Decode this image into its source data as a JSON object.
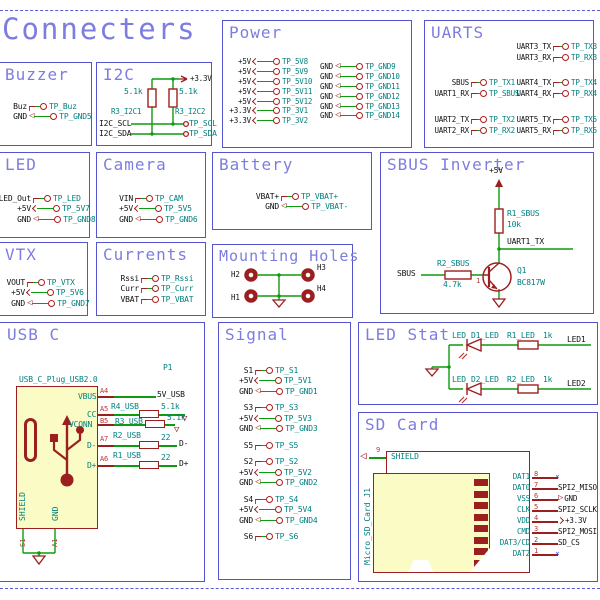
{
  "page": {
    "title": "Connecters"
  },
  "colors": {
    "wire": "#0f9b0f",
    "symbol": "#9c1f1f",
    "net_label": "#111111",
    "field": "#008080",
    "pin_number": "#bb3333",
    "box_border": "#5454cf",
    "section_title": "#7d7de0",
    "body_fill": "#fbfbc6",
    "no_connect": "#5b5bd6"
  },
  "sections": {
    "buzzer": {
      "title": "Buzzer",
      "rows": [
        {
          "sig": "Buz",
          "type": "jog",
          "tp": "TP_Buz"
        },
        {
          "sig": "GND",
          "type": "gnd",
          "tp": "TP_GND5"
        }
      ]
    },
    "i2c": {
      "title": "I2C",
      "pwr": "+3.3V",
      "r1_ref": "R3_I2C1",
      "r1_val": "5.1k",
      "r2_ref": "R3_I2C2",
      "r2_val": "5.1k",
      "scl_sig": "I2C_SCL",
      "scl_tp": "TP_SCL",
      "sda_sig": "I2C_SDA",
      "sda_tp": "TP_SDA"
    },
    "power": {
      "title": "Power",
      "left": [
        {
          "sig": "+5V",
          "type": "arrow",
          "tp": "TP_5V8"
        },
        {
          "sig": "+5V",
          "type": "arrow",
          "tp": "TP_5V9"
        },
        {
          "sig": "+5V",
          "type": "arrow",
          "tp": "TP_5V10"
        },
        {
          "sig": "+5V",
          "type": "arrow",
          "tp": "TP_5V11"
        },
        {
          "sig": "+5V",
          "type": "arrow",
          "tp": "TP_5V12"
        },
        {
          "sig": "+3.3V",
          "type": "arrow",
          "tp": "TP_3V1"
        },
        {
          "sig": "+3.3V",
          "type": "arrow",
          "tp": "TP_3V2"
        }
      ],
      "right": [
        {
          "sig": "GND",
          "type": "gnd",
          "tp": "TP_GND9"
        },
        {
          "sig": "GND",
          "type": "gnd",
          "tp": "TP_GND10"
        },
        {
          "sig": "GND",
          "type": "gnd",
          "tp": "TP_GND11"
        },
        {
          "sig": "GND",
          "type": "gnd",
          "tp": "TP_GND12"
        },
        {
          "sig": "GND",
          "type": "gnd",
          "tp": "TP_GND13"
        },
        {
          "sig": "GND",
          "type": "gnd",
          "tp": "TP_GND14"
        }
      ]
    },
    "uarts": {
      "title": "UARTS",
      "right_top": [
        {
          "sig": "UART3_TX",
          "type": "jog",
          "tp": "TP_TX3"
        },
        {
          "sig": "UART3_RX",
          "type": "jog",
          "tp": "TP_RX3"
        }
      ],
      "left_mid": [
        {
          "sig": "SBUS",
          "type": "jog",
          "tp": "TP_TX1"
        },
        {
          "sig": "UART1_RX",
          "type": "jog",
          "tp": "TP_SBUS"
        }
      ],
      "right_mid": [
        {
          "sig": "UART4_TX",
          "type": "jog",
          "tp": "TP_TX4"
        },
        {
          "sig": "UART4_RX",
          "type": "jog",
          "tp": "TP_RX4"
        }
      ],
      "left_bot": [
        {
          "sig": "UART2_TX",
          "type": "jog",
          "tp": "TP_TX2"
        },
        {
          "sig": "UART2_RX",
          "type": "jog",
          "tp": "TP_RX2"
        }
      ],
      "right_bot": [
        {
          "sig": "UART5_TX",
          "type": "jog",
          "tp": "TP_TX5"
        },
        {
          "sig": "UART5_RX",
          "type": "jog",
          "tp": "TP_RX5"
        }
      ]
    },
    "led": {
      "title": "LED",
      "rows": [
        {
          "sig": "LED_Out",
          "type": "jog",
          "tp": "TP_LED"
        },
        {
          "sig": "+5V",
          "type": "arrow",
          "tp": "TP_5V7"
        },
        {
          "sig": "GND",
          "type": "gnd",
          "tp": "TP_GND8"
        }
      ]
    },
    "camera": {
      "title": "Camera",
      "rows": [
        {
          "sig": "VIN",
          "type": "jog",
          "tp": "TP_CAM"
        },
        {
          "sig": "+5V",
          "type": "arrow",
          "tp": "TP_5V5"
        },
        {
          "sig": "GND",
          "type": "gnd",
          "tp": "TP_GND6"
        }
      ]
    },
    "battery": {
      "title": "Battery",
      "rows": [
        {
          "sig": "VBAT+",
          "type": "jog",
          "tp": "TP_VBAT+"
        },
        {
          "sig": "GND",
          "type": "gnd",
          "tp": "TP_VBAT-"
        }
      ]
    },
    "sbus": {
      "title": "SBUS Inverter",
      "vcc": "+5V",
      "r1_ref": "R1_SBUS",
      "r1_val": "10k",
      "out_net": "UART1_TX",
      "in_net": "SBUS",
      "r2_ref": "R2_SBUS",
      "r2_val": "4.7k",
      "base_pin": "1",
      "q_ref": "Q1",
      "q_val": "BC817W"
    },
    "vtx": {
      "title": "VTX",
      "rows": [
        {
          "sig": "VOUT",
          "type": "jog",
          "tp": "TP_VTX"
        },
        {
          "sig": "+5V",
          "type": "arrow",
          "tp": "TP_5V6"
        },
        {
          "sig": "GND",
          "type": "gnd",
          "tp": "TP_GND7"
        }
      ]
    },
    "currents": {
      "title": "Currents",
      "rows": [
        {
          "sig": "Rssi",
          "type": "jog",
          "tp": "TP_Rssi"
        },
        {
          "sig": "Curr",
          "type": "jog",
          "tp": "TP_Curr"
        },
        {
          "sig": "VBAT",
          "type": "jog",
          "tp": "TP_VBAT"
        }
      ]
    },
    "mounting": {
      "title": "Mounting Holes",
      "holes": {
        "h1": "H1",
        "h2": "H2",
        "h3": "H3",
        "h4": "H4"
      }
    },
    "usbc": {
      "title": "USB C",
      "ref": "P1",
      "value": "USB_C_Plug_USB2.0",
      "shield_name": "SHIELD",
      "shield_num": "S1",
      "gnd_name": "GND",
      "gnd_num": "A1",
      "vbus_net": "5V_USB",
      "pins": [
        {
          "name": "VBUS",
          "num": "A4",
          "net": "5V_USB"
        },
        {
          "name": "CC",
          "num": "A5",
          "ref": "R4_USB",
          "val": "5.1k"
        },
        {
          "name": "VCONN",
          "num": "B5",
          "ref": "R3_USB",
          "val": "5.1k"
        },
        {
          "name": "D-",
          "num": "A7",
          "ref": "R2_USB",
          "val": "22",
          "net": "D-"
        },
        {
          "name": "D+",
          "num": "A6",
          "ref": "R1_USB",
          "val": "22",
          "net": "D+"
        }
      ]
    },
    "signal": {
      "title": "Signal",
      "groups": [
        [
          {
            "sig": "S1",
            "type": "jog",
            "tp": "TP_S1"
          },
          {
            "sig": "+5V",
            "type": "arrow",
            "tp": "TP_5V1"
          },
          {
            "sig": "GND",
            "type": "gnd",
            "tp": "TP_GND1"
          }
        ],
        [
          {
            "sig": "S3",
            "type": "jog",
            "tp": "TP_S3"
          },
          {
            "sig": "+5V",
            "type": "arrow",
            "tp": "TP_5V3"
          },
          {
            "sig": "GND",
            "type": "gnd",
            "tp": "TP_GND3"
          }
        ],
        [
          {
            "sig": "S5",
            "type": "jog",
            "tp": "TP_S5"
          }
        ],
        [
          {
            "sig": "S2",
            "type": "jog",
            "tp": "TP_S2"
          },
          {
            "sig": "+5V",
            "type": "arrow",
            "tp": "TP_5V2"
          },
          {
            "sig": "GND",
            "type": "gnd",
            "tp": "TP_GND2"
          }
        ],
        [
          {
            "sig": "S4",
            "type": "jog",
            "tp": "TP_S4"
          },
          {
            "sig": "+5V",
            "type": "arrow",
            "tp": "TP_5V4"
          },
          {
            "sig": "GND",
            "type": "gnd",
            "tp": "TP_GND4"
          }
        ],
        [
          {
            "sig": "S6",
            "type": "jog",
            "tp": "TP_S6"
          }
        ]
      ]
    },
    "ledstat": {
      "title": "LED Stat",
      "rows": [
        {
          "pin": "LED",
          "ref": "D1_LED",
          "res_ref": "R1_LED",
          "res_val": "1k",
          "net": "LED1"
        },
        {
          "pin": "LED",
          "ref": "D2_LED",
          "res_ref": "R2_LED",
          "res_val": "1k",
          "net": "LED2"
        }
      ]
    },
    "sdcard": {
      "title": "SD Card",
      "ref": "Micro_SD_Card J1",
      "shield_num": "9",
      "shield_name": "SHIELD",
      "pins": [
        {
          "name": "DAT1",
          "num": "8",
          "nc": true
        },
        {
          "name": "DAT0",
          "num": "7",
          "net": "SPI2_MISO"
        },
        {
          "name": "VSS",
          "num": "6",
          "net": "GND",
          "kind": "gnd"
        },
        {
          "name": "CLK",
          "num": "5",
          "net": "SPI2_SCLK"
        },
        {
          "name": "VDD",
          "num": "4",
          "net": "+3.3V",
          "kind": "pwr"
        },
        {
          "name": "CMD",
          "num": "3",
          "net": "SPI2_MOSI"
        },
        {
          "name": "DAT3/CD",
          "num": "2",
          "net": "SD_CS"
        },
        {
          "name": "DAT2",
          "num": "1",
          "nc": true
        }
      ]
    }
  }
}
